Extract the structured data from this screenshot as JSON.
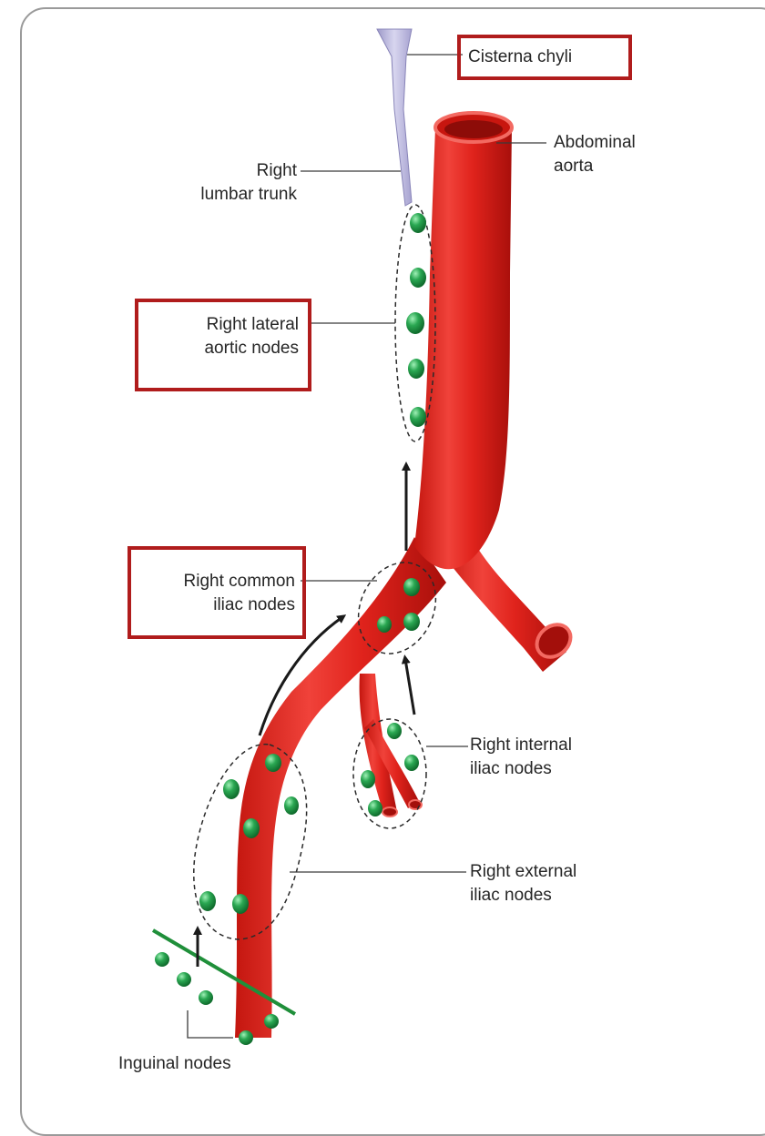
{
  "labels": {
    "cisterna_chyli": "Cisterna chyli",
    "abdominal_aorta": [
      "Abdominal",
      "aorta"
    ],
    "right_lumbar_trunk": [
      "Right",
      "lumbar trunk"
    ],
    "right_lateral_aortic_nodes": [
      "Right lateral",
      "aortic nodes"
    ],
    "right_common_iliac_nodes": [
      "Right common",
      "iliac nodes"
    ],
    "right_internal_iliac_nodes": [
      "Right internal",
      "iliac nodes"
    ],
    "right_external_iliac_nodes": [
      "Right external",
      "iliac nodes"
    ],
    "inguinal_nodes": "Inguinal nodes"
  },
  "highlighted": [
    "cisterna_chyli",
    "right_lateral_aortic_nodes",
    "right_common_iliac_nodes"
  ],
  "colors": {
    "artery": "#e0231c",
    "artery_dark": "#b3120e",
    "artery_light": "#f1544c",
    "node": "#1f9a45",
    "node_highlight": "#8fe0a6",
    "lymph_trunk": "#b9b6dc",
    "inguinal_line": "#1f8f3a",
    "highlight_box": "#b01c1c",
    "text": "#262626"
  }
}
